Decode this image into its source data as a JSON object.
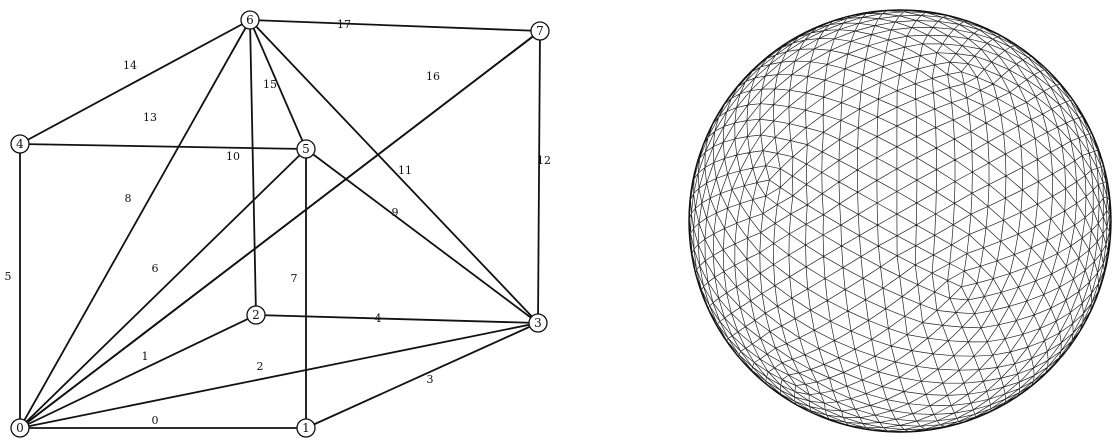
{
  "cube": {
    "nodes": [
      {
        "id": "node-0",
        "label": "0"
      },
      {
        "id": "node-1",
        "label": "1"
      },
      {
        "id": "node-2",
        "label": "2"
      },
      {
        "id": "node-3",
        "label": "3"
      },
      {
        "id": "node-4",
        "label": "4"
      },
      {
        "id": "node-5",
        "label": "5"
      },
      {
        "id": "node-6",
        "label": "6"
      },
      {
        "id": "node-7",
        "label": "7"
      }
    ],
    "edges": [
      {
        "from": "0",
        "to": "1",
        "label": "0"
      },
      {
        "from": "0",
        "to": "2",
        "label": "1"
      },
      {
        "from": "0",
        "to": "3",
        "label": "2"
      },
      {
        "from": "1",
        "to": "3",
        "label": "3"
      },
      {
        "from": "2",
        "to": "3",
        "label": "4"
      },
      {
        "from": "0",
        "to": "4",
        "label": "5"
      },
      {
        "from": "0",
        "to": "7",
        "label": "6"
      },
      {
        "from": "1",
        "to": "5",
        "label": "7"
      },
      {
        "from": "0",
        "to": "6",
        "label": "8"
      },
      {
        "from": "5",
        "to": "3",
        "label": "9"
      },
      {
        "from": "2",
        "to": "6",
        "label": "10"
      },
      {
        "from": "6",
        "to": "3",
        "label": "11"
      },
      {
        "from": "3",
        "to": "7",
        "label": "12"
      },
      {
        "from": "4",
        "to": "5",
        "label": "13"
      },
      {
        "from": "4",
        "to": "6",
        "label": "14"
      },
      {
        "from": "6",
        "to": "5",
        "label": "15"
      },
      {
        "from": "0",
        "to": "7",
        "label": "16"
      },
      {
        "from": "6",
        "to": "7",
        "label": "17"
      },
      {
        "from": "0",
        "to": "5",
        "label": ""
      }
    ]
  },
  "sphere": {
    "kind": "triangulated-sphere-mesh"
  }
}
